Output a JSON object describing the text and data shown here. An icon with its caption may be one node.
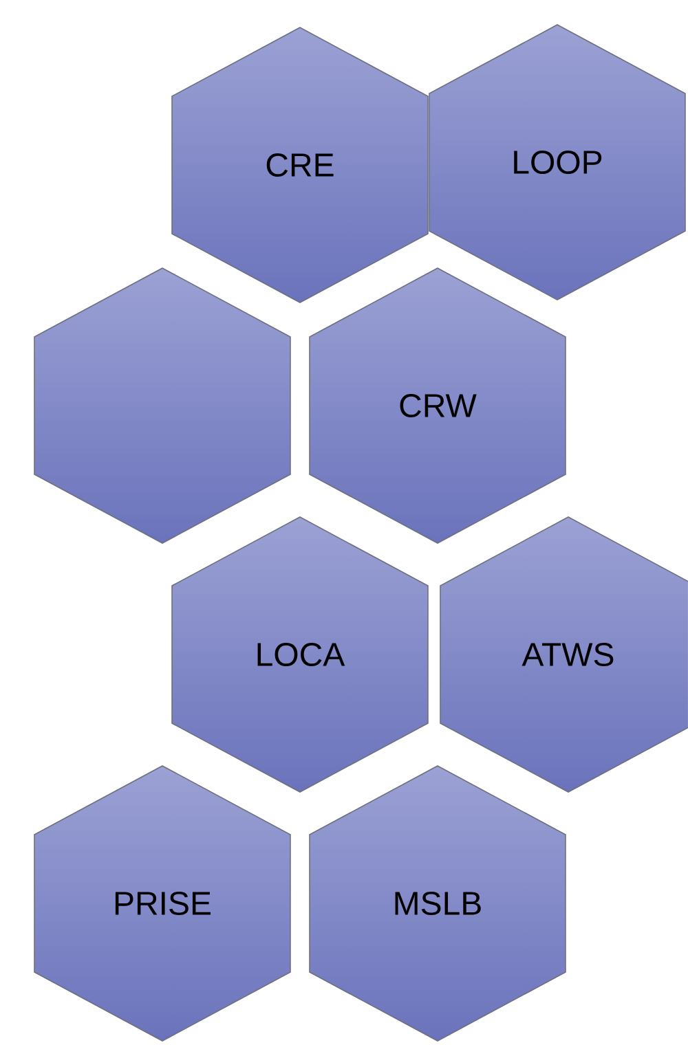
{
  "diagram": {
    "nodes": [
      {
        "text": [
          "CRE"
        ]
      },
      {
        "text": [
          "LOOP"
        ]
      },
      {
        "text": [],
        "shape": "hexagon"
      },
      {
        "text": [
          "CRW"
        ]
      },
      {
        "text": [
          "LOCA"
        ]
      },
      {
        "text": [
          "ATWS"
        ]
      },
      {
        "text": [
          "PRISE"
        ]
      },
      {
        "text": [
          "MSLB"
        ]
      }
    ]
  }
}
